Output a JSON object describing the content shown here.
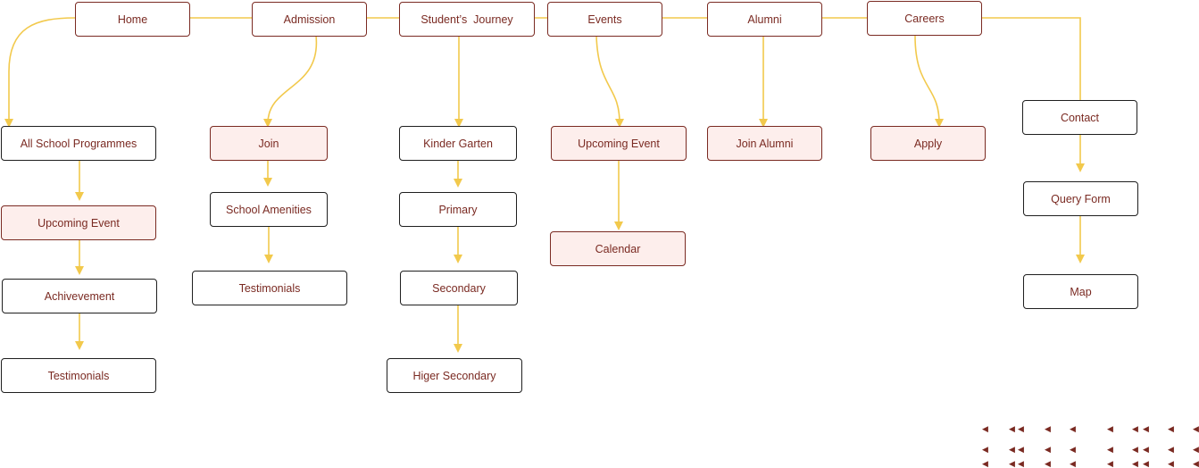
{
  "nav": {
    "home": "Home",
    "admission": "Admission",
    "journey": "Student’s  Journey",
    "events": "Events",
    "alumni": "Alumni",
    "careers": "Careers"
  },
  "home_branch": [
    "All School Programmes",
    "Upcoming Event",
    "Achivevement",
    "Testimonials"
  ],
  "admission_branch": [
    "Join",
    "School Amenities",
    "Testimonials"
  ],
  "journey_branch": [
    "Kinder Garten",
    "Primary",
    "Secondary",
    "Higer Secondary"
  ],
  "events_branch": [
    "Upcoming Event",
    "Calendar"
  ],
  "alumni_branch": [
    "Join Alumni"
  ],
  "careers_branch": [
    "Apply"
  ],
  "contact_branch": [
    "Contact",
    "Query Form",
    "Map"
  ],
  "colors": {
    "connector": "#f2c94c",
    "border_accent": "#7a2a22",
    "border_plain": "#1f1f1f",
    "highlight_fill": "#fdeeec"
  },
  "decoration_icon": "triangle-left-icon"
}
